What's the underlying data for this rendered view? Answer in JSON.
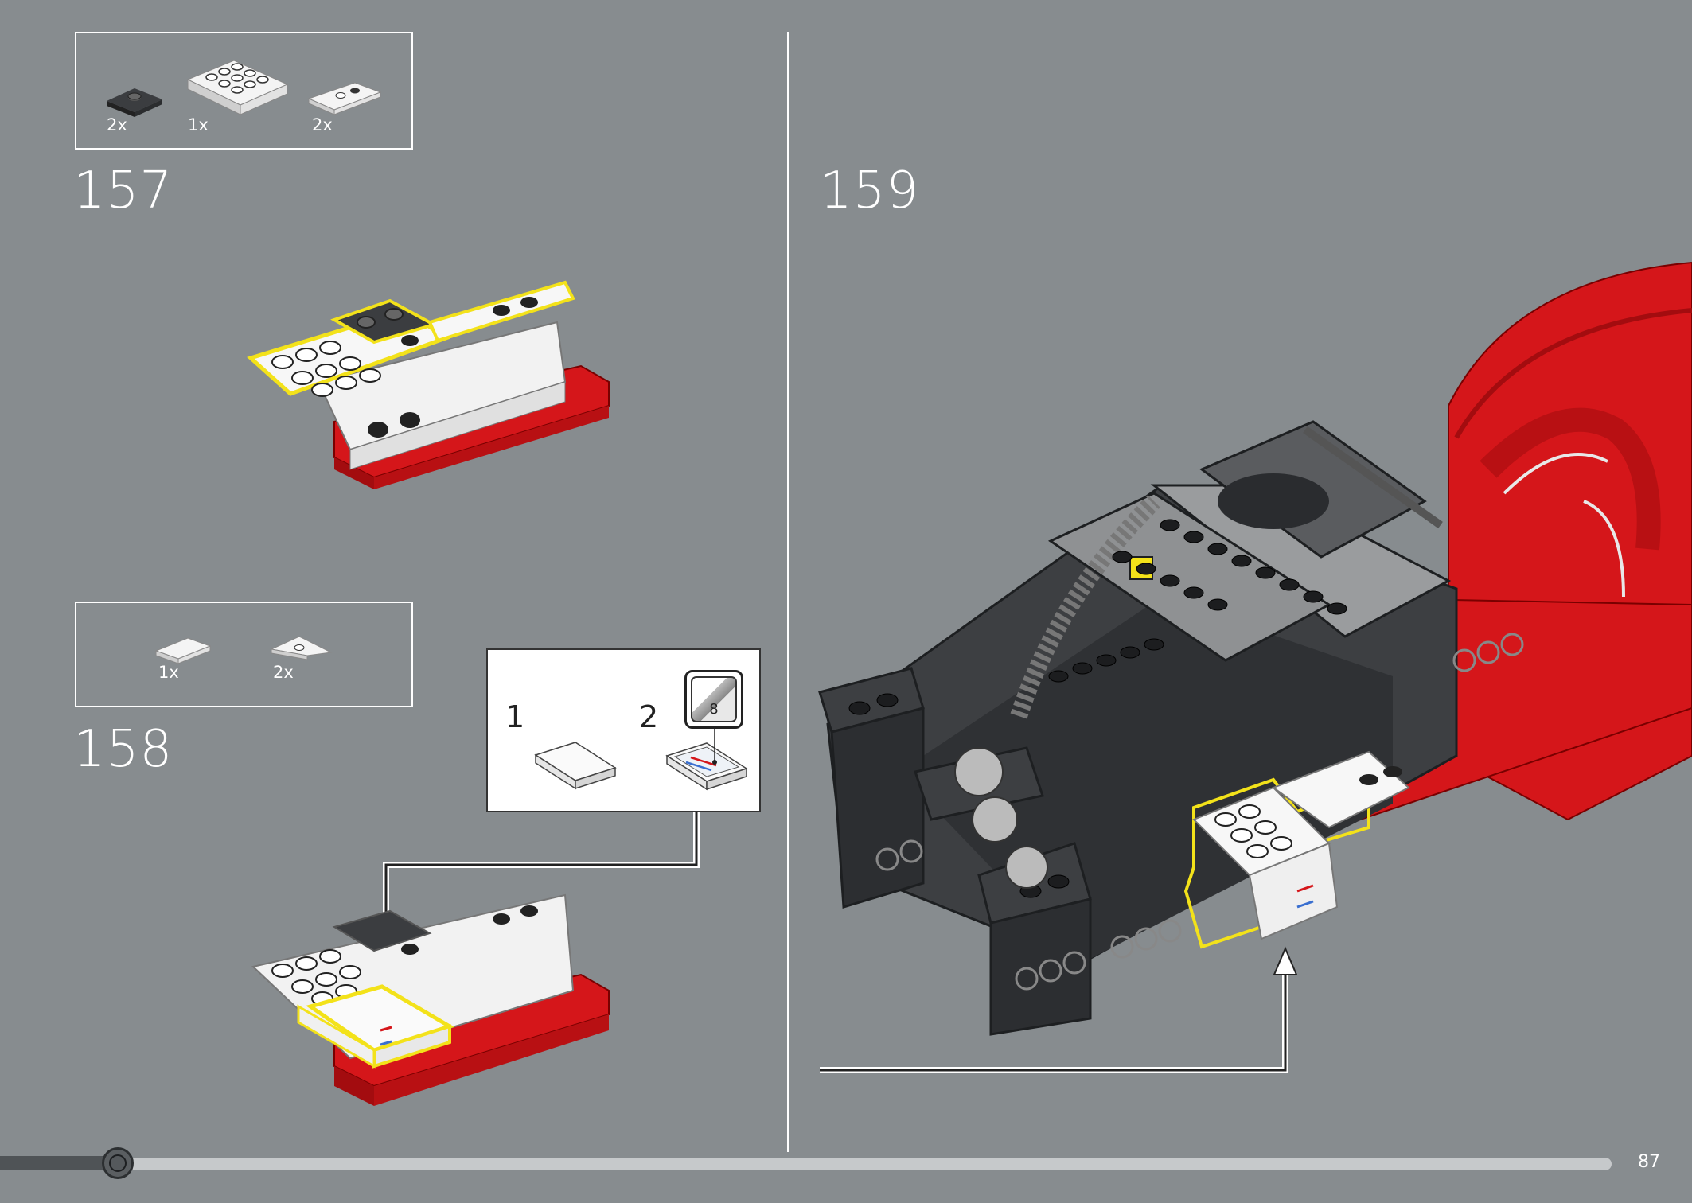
{
  "steps": {
    "s157": {
      "number": "157",
      "parts": [
        {
          "qty": "2x",
          "icon": "dark-grey-jumper-plate-icon"
        },
        {
          "qty": "1x",
          "icon": "white-plate-2x4-icon"
        },
        {
          "qty": "2x",
          "icon": "white-jumper-plate-icon"
        }
      ]
    },
    "s158": {
      "number": "158",
      "parts": [
        {
          "qty": "1x",
          "icon": "white-tile-1x2-icon"
        },
        {
          "qty": "2x",
          "icon": "white-wedge-plate-icon"
        }
      ],
      "callout": {
        "sub1": "1",
        "sub2": "2",
        "sticker_number": "8"
      }
    },
    "s159": {
      "number": "159"
    }
  },
  "page_number": "87",
  "progress": 0.05,
  "colors": {
    "background": "#878c8f",
    "highlight": "#f3e21a",
    "brick_red": "#d5161a",
    "dark_grey": "#3d3f42",
    "light_grey": "#9a9c9e"
  }
}
